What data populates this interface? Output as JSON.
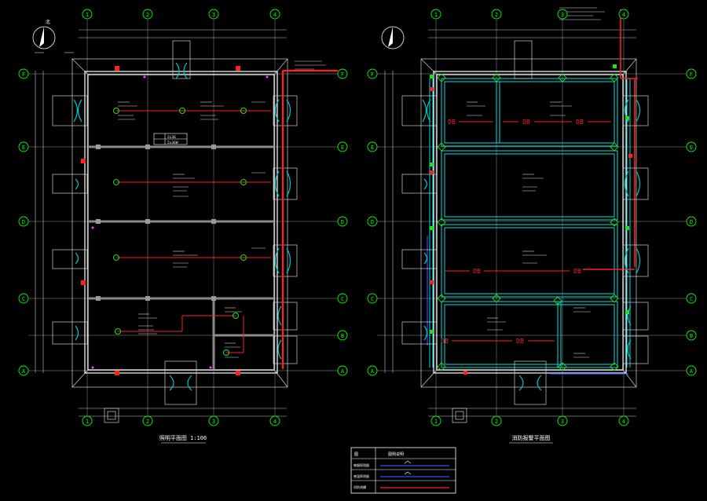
{
  "left_plan": {
    "grid_x_labels": [
      "1",
      "2",
      "3",
      "4"
    ],
    "grid_y_labels": [
      "F",
      "E",
      "D",
      "C",
      "B",
      "A"
    ],
    "title": "照明平面图 1:100",
    "table": [
      "2x36",
      "2x36W"
    ]
  },
  "right_plan": {
    "grid_x_labels": [
      "1",
      "2",
      "3",
      "4"
    ],
    "grid_y_labels": [
      "F",
      "E",
      "D",
      "C",
      "B",
      "A"
    ],
    "title": "消防报警平面图",
    "duct_labels": [
      "DB",
      "DB",
      "DB",
      "DB",
      "DB",
      "DB",
      "DB"
    ]
  },
  "north_label": "北",
  "legend": {
    "header_left": "图",
    "header_right": "图例说明",
    "rows": [
      {
        "label": "感烟探测器"
      },
      {
        "label": "感温探测器"
      },
      {
        "label": "消防线槽"
      }
    ]
  },
  "colors": {
    "background": "#000000",
    "wall": "#ffffff",
    "grid": "#a0a0a0",
    "axis_bubble": "#00ff00",
    "circuit_red": "#ff2020",
    "detector_cyan": "#00e0e0",
    "door_cyan": "#00c8c8",
    "column_gray": "#8a8a8a",
    "accent_magenta": "#ff40ff",
    "text": "#ffffff",
    "blue_line": "#3050ff"
  }
}
